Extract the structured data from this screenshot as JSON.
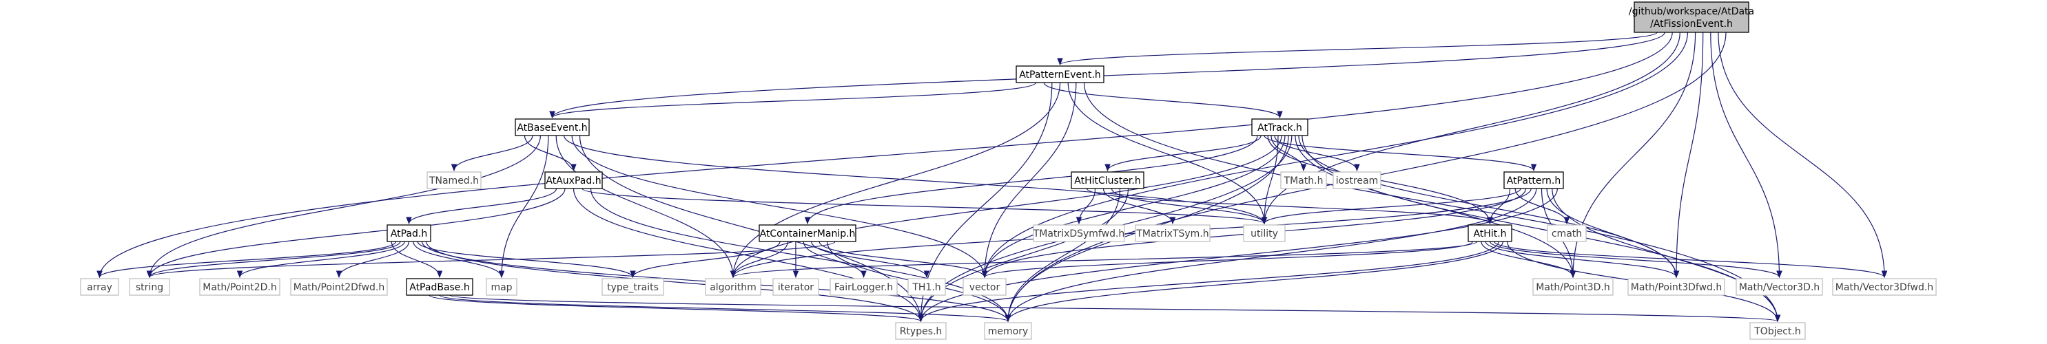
{
  "colors": {
    "edge": "#191970",
    "node_border_local": "#000000",
    "node_border_external": "#bfbfbf",
    "node_text_local": "#000000",
    "node_text_external": "#3f3f3f",
    "root_fill": "#bfbfbf",
    "node_fill": "#ffffff"
  },
  "nodes": [
    {
      "id": "root",
      "lines": [
        "/github/workspace/AtData",
        "/AtFissionEvent.h"
      ],
      "kind": "root"
    },
    {
      "id": "AtPatternEvent",
      "lines": [
        "AtPatternEvent.h"
      ],
      "kind": "local"
    },
    {
      "id": "AtBaseEvent",
      "lines": [
        "AtBaseEvent.h"
      ],
      "kind": "local"
    },
    {
      "id": "AtTrack",
      "lines": [
        "AtTrack.h"
      ],
      "kind": "local"
    },
    {
      "id": "AtAuxPad",
      "lines": [
        "AtAuxPad.h"
      ],
      "kind": "local"
    },
    {
      "id": "AtHitCluster",
      "lines": [
        "AtHitCluster.h"
      ],
      "kind": "local"
    },
    {
      "id": "AtPattern",
      "lines": [
        "AtPattern.h"
      ],
      "kind": "local"
    },
    {
      "id": "AtPad",
      "lines": [
        "AtPad.h"
      ],
      "kind": "local"
    },
    {
      "id": "AtContainerManip",
      "lines": [
        "AtContainerManip.h"
      ],
      "kind": "local"
    },
    {
      "id": "AtHit",
      "lines": [
        "AtHit.h"
      ],
      "kind": "local"
    },
    {
      "id": "AtPadBase",
      "lines": [
        "AtPadBase.h"
      ],
      "kind": "local"
    },
    {
      "id": "TNamed",
      "lines": [
        "TNamed.h"
      ],
      "kind": "external"
    },
    {
      "id": "TMath",
      "lines": [
        "TMath.h"
      ],
      "kind": "external"
    },
    {
      "id": "iostream",
      "lines": [
        "iostream"
      ],
      "kind": "external"
    },
    {
      "id": "utility",
      "lines": [
        "utility"
      ],
      "kind": "external"
    },
    {
      "id": "TMatrixDSymfwd",
      "lines": [
        "TMatrixDSymfwd.h"
      ],
      "kind": "external"
    },
    {
      "id": "TMatrixTSym",
      "lines": [
        "TMatrixTSym.h"
      ],
      "kind": "external"
    },
    {
      "id": "cmath",
      "lines": [
        "cmath"
      ],
      "kind": "external"
    },
    {
      "id": "array",
      "lines": [
        "array"
      ],
      "kind": "external"
    },
    {
      "id": "string",
      "lines": [
        "string"
      ],
      "kind": "external"
    },
    {
      "id": "Point2D",
      "lines": [
        "Math/Point2D.h"
      ],
      "kind": "external"
    },
    {
      "id": "Point2Dfwd",
      "lines": [
        "Math/Point2Dfwd.h"
      ],
      "kind": "external"
    },
    {
      "id": "map",
      "lines": [
        "map"
      ],
      "kind": "external"
    },
    {
      "id": "type_traits",
      "lines": [
        "type_traits"
      ],
      "kind": "external"
    },
    {
      "id": "algorithm",
      "lines": [
        "algorithm"
      ],
      "kind": "external"
    },
    {
      "id": "iterator",
      "lines": [
        "iterator"
      ],
      "kind": "external"
    },
    {
      "id": "FairLogger",
      "lines": [
        "FairLogger.h"
      ],
      "kind": "external"
    },
    {
      "id": "TH1",
      "lines": [
        "TH1.h"
      ],
      "kind": "external"
    },
    {
      "id": "vector",
      "lines": [
        "vector"
      ],
      "kind": "external"
    },
    {
      "id": "Point3D",
      "lines": [
        "Math/Point3D.h"
      ],
      "kind": "external"
    },
    {
      "id": "Point3Dfwd",
      "lines": [
        "Math/Point3Dfwd.h"
      ],
      "kind": "external"
    },
    {
      "id": "Vector3D",
      "lines": [
        "Math/Vector3D.h"
      ],
      "kind": "external"
    },
    {
      "id": "Vector3Dfwd",
      "lines": [
        "Math/Vector3Dfwd.h"
      ],
      "kind": "external"
    },
    {
      "id": "Rtypes",
      "lines": [
        "Rtypes.h"
      ],
      "kind": "external"
    },
    {
      "id": "memory",
      "lines": [
        "memory"
      ],
      "kind": "external"
    },
    {
      "id": "TObject",
      "lines": [
        "TObject.h"
      ],
      "kind": "external"
    }
  ],
  "edges": [
    [
      "root",
      "AtPatternEvent"
    ],
    [
      "root",
      "AtBaseEvent"
    ],
    [
      "root",
      "array"
    ],
    [
      "root",
      "utility"
    ],
    [
      "root",
      "vector"
    ],
    [
      "root",
      "Point3D"
    ],
    [
      "root",
      "Point3Dfwd"
    ],
    [
      "root",
      "Vector3D"
    ],
    [
      "root",
      "Vector3Dfwd"
    ],
    [
      "root",
      "memory"
    ],
    [
      "AtPatternEvent",
      "AtBaseEvent"
    ],
    [
      "AtPatternEvent",
      "AtTrack"
    ],
    [
      "AtPatternEvent",
      "Rtypes"
    ],
    [
      "AtPatternEvent",
      "algorithm"
    ],
    [
      "AtPatternEvent",
      "utility"
    ],
    [
      "AtPatternEvent",
      "vector"
    ],
    [
      "AtPatternEvent",
      "TObject"
    ],
    [
      "AtBaseEvent",
      "AtAuxPad"
    ],
    [
      "AtBaseEvent",
      "TNamed"
    ],
    [
      "AtBaseEvent",
      "string"
    ],
    [
      "AtBaseEvent",
      "map"
    ],
    [
      "AtBaseEvent",
      "algorithm"
    ],
    [
      "AtBaseEvent",
      "utility"
    ],
    [
      "AtBaseEvent",
      "vector"
    ],
    [
      "AtBaseEvent",
      "Rtypes"
    ],
    [
      "AtTrack",
      "AtContainerManip"
    ],
    [
      "AtTrack",
      "AtHitCluster"
    ],
    [
      "AtTrack",
      "AtPattern"
    ],
    [
      "AtTrack",
      "AtHit"
    ],
    [
      "AtTrack",
      "TMath"
    ],
    [
      "AtTrack",
      "iostream"
    ],
    [
      "AtTrack",
      "utility"
    ],
    [
      "AtTrack",
      "algorithm"
    ],
    [
      "AtTrack",
      "vector"
    ],
    [
      "AtTrack",
      "memory"
    ],
    [
      "AtTrack",
      "Rtypes"
    ],
    [
      "AtTrack",
      "Point3D"
    ],
    [
      "AtTrack",
      "Point3Dfwd"
    ],
    [
      "AtTrack",
      "TObject"
    ],
    [
      "AtAuxPad",
      "AtPad"
    ],
    [
      "AtAuxPad",
      "string"
    ],
    [
      "AtAuxPad",
      "Rtypes"
    ],
    [
      "AtAuxPad",
      "utility"
    ],
    [
      "AtAuxPad",
      "memory"
    ],
    [
      "AtHitCluster",
      "AtHit"
    ],
    [
      "AtHitCluster",
      "TMatrixDSymfwd"
    ],
    [
      "AtHitCluster",
      "TMatrixTSym"
    ],
    [
      "AtHitCluster",
      "utility"
    ],
    [
      "AtHitCluster",
      "memory"
    ],
    [
      "AtHitCluster",
      "Rtypes"
    ],
    [
      "AtPattern",
      "AtHit"
    ],
    [
      "AtPattern",
      "cmath"
    ],
    [
      "AtPattern",
      "utility"
    ],
    [
      "AtPattern",
      "vector"
    ],
    [
      "AtPattern",
      "algorithm"
    ],
    [
      "AtPattern",
      "memory"
    ],
    [
      "AtPattern",
      "Point3D"
    ],
    [
      "AtPattern",
      "Point3Dfwd"
    ],
    [
      "AtPattern",
      "TObject"
    ],
    [
      "AtPattern",
      "Rtypes"
    ],
    [
      "AtPad",
      "AtPadBase"
    ],
    [
      "AtPad",
      "array"
    ],
    [
      "AtPad",
      "string"
    ],
    [
      "AtPad",
      "Point2D"
    ],
    [
      "AtPad",
      "Point2Dfwd"
    ],
    [
      "AtPad",
      "map"
    ],
    [
      "AtPad",
      "type_traits"
    ],
    [
      "AtPad",
      "memory"
    ],
    [
      "AtPad",
      "Rtypes"
    ],
    [
      "AtContainerManip",
      "type_traits"
    ],
    [
      "AtContainerManip",
      "algorithm"
    ],
    [
      "AtContainerManip",
      "iterator"
    ],
    [
      "AtContainerManip",
      "FairLogger"
    ],
    [
      "AtContainerManip",
      "TH1"
    ],
    [
      "AtContainerManip",
      "vector"
    ],
    [
      "AtContainerManip",
      "memory"
    ],
    [
      "AtContainerManip",
      "string"
    ],
    [
      "AtHit",
      "vector"
    ],
    [
      "AtHit",
      "algorithm"
    ],
    [
      "AtHit",
      "Point3D"
    ],
    [
      "AtHit",
      "Point3Dfwd"
    ],
    [
      "AtHit",
      "Vector3D"
    ],
    [
      "AtHit",
      "Vector3Dfwd"
    ],
    [
      "AtHit",
      "Rtypes"
    ],
    [
      "AtHit",
      "memory"
    ],
    [
      "AtHit",
      "TObject"
    ],
    [
      "AtPadBase",
      "Rtypes"
    ],
    [
      "AtPadBase",
      "memory"
    ],
    [
      "AtPadBase",
      "TObject"
    ]
  ]
}
